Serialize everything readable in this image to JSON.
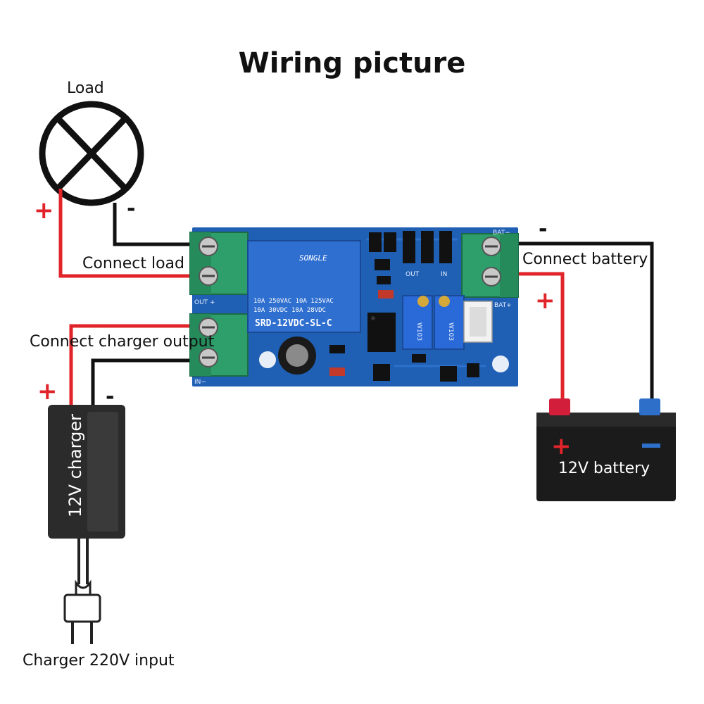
{
  "title": "Wiring picture",
  "labels": {
    "load": "Load",
    "connect_load": "Connect load",
    "connect_charger_output": "Connect charger output",
    "connect_battery": "Connect battery",
    "charger": "12V charger",
    "battery": "12V battery",
    "charger_input": "Charger 220V input"
  },
  "polarity": {
    "plus": "+",
    "minus": "-"
  },
  "relay": {
    "brand": "SONGLE",
    "rating_line1": "10A 250VAC  10A 125VAC",
    "rating_line2": "10A  30VDC  10A  28VDC",
    "model": "SRD-12VDC-SL-C"
  },
  "pcb_marks": {
    "out": "OUT",
    "in": "IN",
    "out_plus": "OUT +",
    "in_minus": "IN−",
    "bat_minus": "BAT−",
    "bat_plus": "BAT+",
    "pot": "W103"
  },
  "colors": {
    "wire_red": "#e0242a",
    "wire_black": "#111111",
    "pcb_blue": "#1f5fb4",
    "terminal_green": "#2e9e6a",
    "relay_blue": "#2f6fd0",
    "battery_body": "#1b1b1b"
  }
}
